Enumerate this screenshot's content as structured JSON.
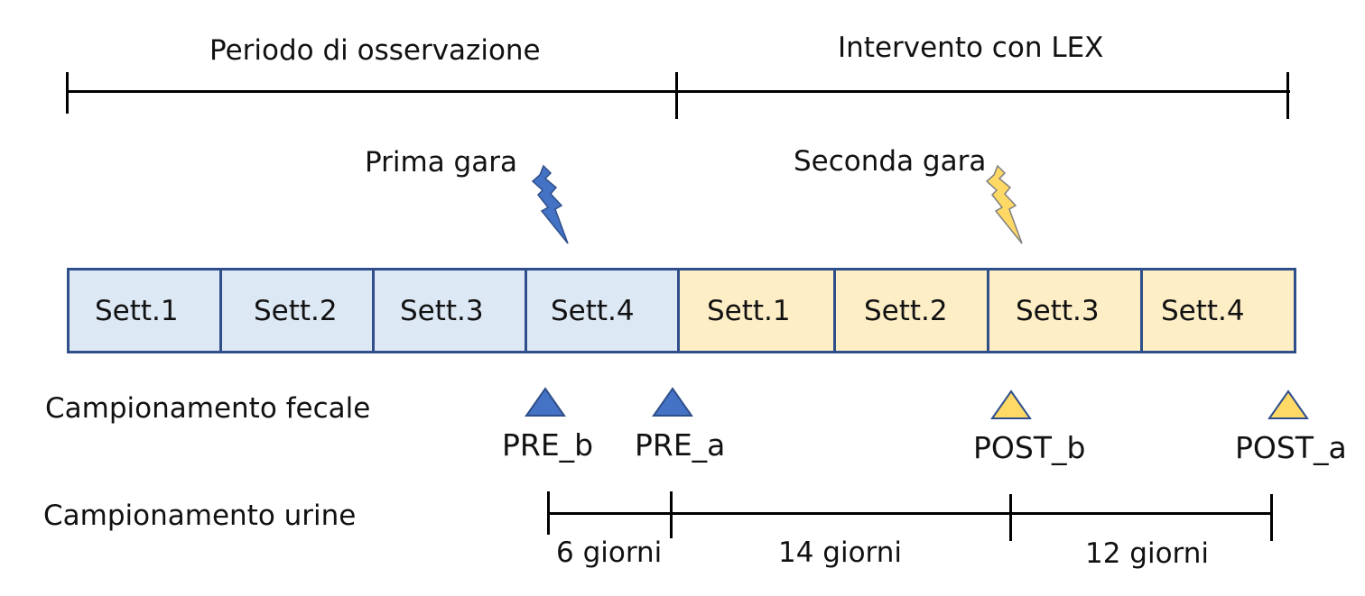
{
  "phases": {
    "observation_label": "Periodo di osservazione",
    "intervention_label": "Intervento con LEX"
  },
  "events": {
    "first_race": "Prima gara",
    "second_race": "Seconda gara"
  },
  "weeks": {
    "pre": [
      "Sett.1",
      "Sett.2",
      "Sett.3",
      "Sett.4"
    ],
    "post": [
      "Sett.1",
      "Sett.2",
      "Sett.3",
      "Sett.4"
    ]
  },
  "fecal": {
    "label": "Campionamento fecale",
    "samples": [
      "PRE_b",
      "PRE_a",
      "POST_b",
      "POST_a"
    ]
  },
  "urine": {
    "label": "Campionamento urine",
    "intervals": [
      "6 giorni",
      "14 giorni",
      "12 giorni"
    ]
  },
  "colors": {
    "pre_fill": "#dde8f5",
    "post_fill": "#fdeec6",
    "box_border": "#2f4f8a",
    "pre_marker": "#4472c4",
    "post_marker": "#ffd966"
  }
}
